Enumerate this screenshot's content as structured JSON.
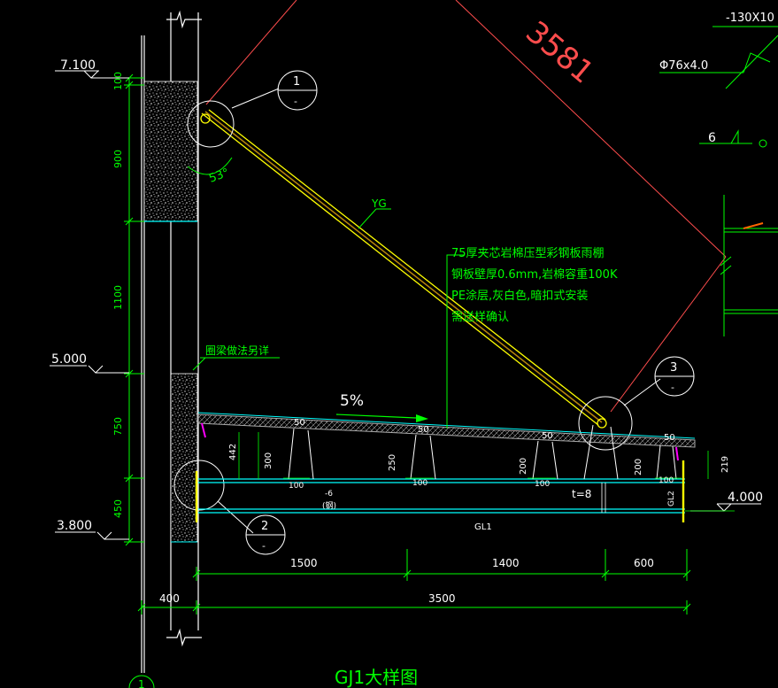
{
  "drawing": {
    "title": "GJ1大样图",
    "colors": {
      "background": "#000000",
      "wall": "#ffffff",
      "dimension": "#00ff00",
      "beam": "#00ffff",
      "column_bar": "#ffff00",
      "roof_line": "#ff4d4d",
      "annotation": "#ffffff",
      "fill_speckle": "#cfcfcf",
      "detail_marker": "#ffffff",
      "accent": "#ff00ff"
    },
    "elevations": [
      {
        "label": "7.100"
      },
      {
        "label": "5.000"
      },
      {
        "label": "3.800"
      },
      {
        "label": "4.000"
      }
    ],
    "vertical_dims": [
      "100",
      "900",
      "1100",
      "750",
      "450"
    ],
    "horizontal_dims_top": [
      "1500",
      "1400",
      "600"
    ],
    "horizontal_dims_bottom": [
      "400",
      "3500"
    ],
    "roof_length": "3581",
    "angle_label": "53°",
    "slope_label": "5%",
    "rod_label": "YG",
    "beam_label": "GL1",
    "post_label": "GL2",
    "plate_label": "t=8",
    "top_right": {
      "plate": "-130X10",
      "pipe": "Φ76x4.0",
      "weld_size": "6"
    },
    "note_lines": [
      "75厚夹芯岩棉压型彩钢板雨棚",
      "钢板壁厚0.6mm,岩棉容重100K",
      "PE涂层,灰白色,暗扣式安装",
      "需送样确认"
    ],
    "ring_beam_note": "圈梁做法另详",
    "support_heights": [
      "50",
      "50",
      "50",
      "50"
    ],
    "support_dims": [
      "442",
      "300",
      "250",
      "200",
      "200",
      "219"
    ],
    "support_base": [
      "100",
      "100",
      "100",
      "100"
    ],
    "plate_note": "-6",
    "plate_note2": "(钢)",
    "detail_markers": [
      {
        "num": "1",
        "sub": "-"
      },
      {
        "num": "2",
        "sub": "-"
      },
      {
        "num": "3",
        "sub": "-"
      }
    ],
    "axis_label": "1"
  }
}
